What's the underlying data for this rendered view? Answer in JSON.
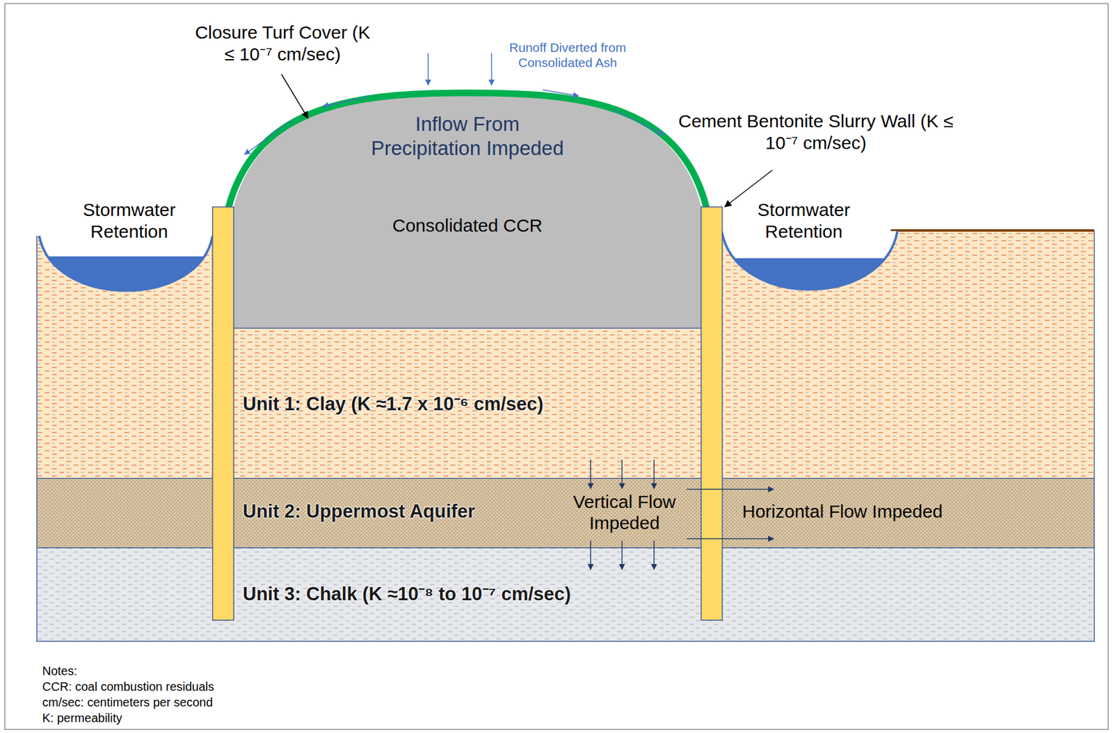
{
  "diagram": {
    "nodes": [
      {
        "text": [
          "Inflow From Precipitation Impeded",
          "Consolidated CCR"
        ]
      },
      {
        "text": [
          "Unit 1: Clay (K ≈1.7 x 10⁻⁶ cm/sec)"
        ]
      },
      {
        "text": [
          "Unit 2: Uppermost Aquifer"
        ]
      },
      {
        "text": [
          "Unit 3: Chalk (K ≈10⁻⁸ to 10⁻⁷ cm/sec)"
        ]
      }
    ],
    "labels": [
      "Closure Turf Cover (K ≤ 10⁻⁷ cm/sec)",
      "Runoff Diverted from Consolidated Ash",
      "Cement Bentonite Slurry Wall (K ≤ 10⁻⁷ cm/sec)",
      "Stormwater Retention",
      "Stormwater Retention",
      "Vertical Flow Impeded",
      "Horizontal Flow Impeded",
      "Notes:",
      "CCR: coal combustion residuals",
      "cm/sec: centimeters per second",
      "K: permeability"
    ]
  }
}
